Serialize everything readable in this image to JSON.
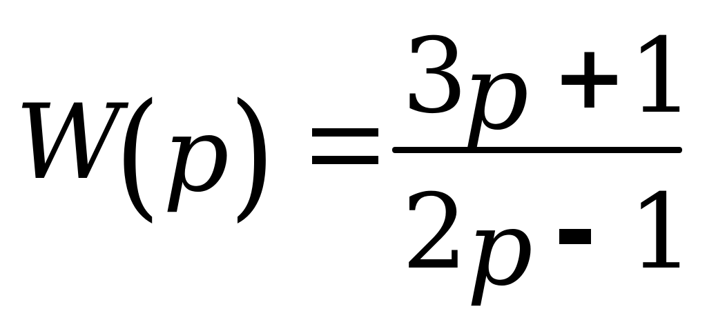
{
  "formula": {
    "lhs_function": "W",
    "lhs_open_paren": "(",
    "lhs_variable": "p",
    "lhs_close_paren": ")",
    "equals_sign": "=",
    "numerator": {
      "coefficient": "3",
      "variable": "p",
      "operator": "+",
      "constant": "1"
    },
    "denominator": {
      "coefficient": "2",
      "variable": "p",
      "operator": "-",
      "constant": "1"
    }
  }
}
